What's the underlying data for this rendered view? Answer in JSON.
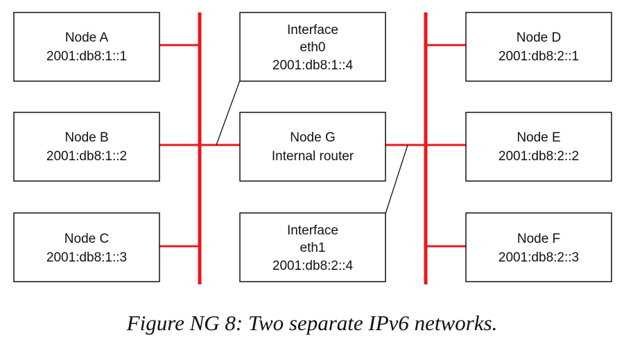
{
  "colors": {
    "network_line": "#e8191e",
    "box_border": "#111111",
    "annotation_line": "#111111"
  },
  "nodes": {
    "node_a": {
      "name": "Node A",
      "address": "2001:db8:1::1"
    },
    "node_b": {
      "name": "Node B",
      "address": "2001:db8:1::2"
    },
    "node_c": {
      "name": "Node C",
      "address": "2001:db8:1::3"
    },
    "node_d": {
      "name": "Node D",
      "address": "2001:db8:2::1"
    },
    "node_e": {
      "name": "Node E",
      "address": "2001:db8:2::2"
    },
    "node_f": {
      "name": "Node F",
      "address": "2001:db8:2::3"
    },
    "node_g": {
      "name": "Node G",
      "role": "Internal router"
    }
  },
  "interfaces": {
    "eth0": {
      "label": "Interface",
      "name": "eth0",
      "address": "2001:db8:1::4"
    },
    "eth1": {
      "label": "Interface",
      "name": "eth1",
      "address": "2001:db8:2::4"
    }
  },
  "caption": "Figure NG 8: Two separate IPv6 networks."
}
